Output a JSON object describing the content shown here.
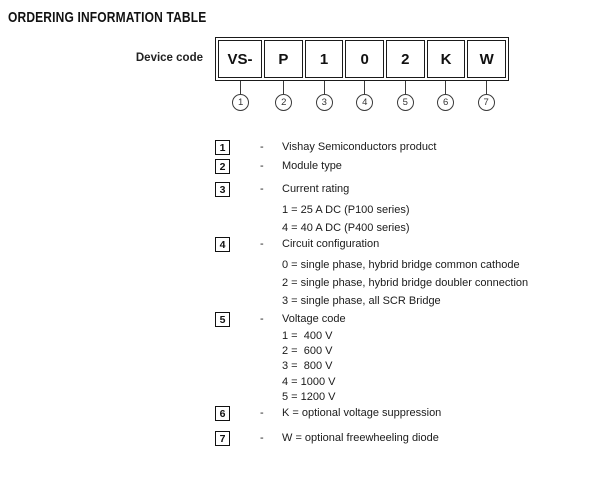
{
  "title": "ORDERING INFORMATION TABLE",
  "device_code": {
    "label": "Device code",
    "cells": [
      "VS-",
      "P",
      "1",
      "0",
      "2",
      "K",
      "W"
    ],
    "positions": [
      "1",
      "2",
      "3",
      "4",
      "5",
      "6",
      "7"
    ]
  },
  "legend": [
    {
      "num": "1",
      "dash": "-",
      "text": "Vishay Semiconductors product",
      "subs": []
    },
    {
      "num": "2",
      "dash": "-",
      "text": "Module type",
      "subs": []
    },
    {
      "num": "3",
      "dash": "-",
      "text": "Current rating",
      "subs": [
        "1 = 25 A DC (P100 series)",
        "4 = 40 A DC (P400 series)"
      ]
    },
    {
      "num": "4",
      "dash": "-",
      "text": "Circuit configuration",
      "subs": [
        "0 = single phase, hybrid bridge common cathode",
        "2 = single phase, hybrid bridge doubler connection",
        "3 = single phase, all SCR Bridge"
      ]
    },
    {
      "num": "5",
      "dash": "-",
      "text": "Voltage code",
      "subs": [
        "1 =  400 V",
        "2 =  600 V",
        "3 =  800 V",
        "4 = 1000 V",
        "5 = 1200 V"
      ]
    },
    {
      "num": "6",
      "dash": "-",
      "text": "K = optional voltage suppression",
      "subs": []
    },
    {
      "num": "7",
      "dash": "-",
      "text": "W = optional freewheeling diode",
      "subs": []
    }
  ]
}
